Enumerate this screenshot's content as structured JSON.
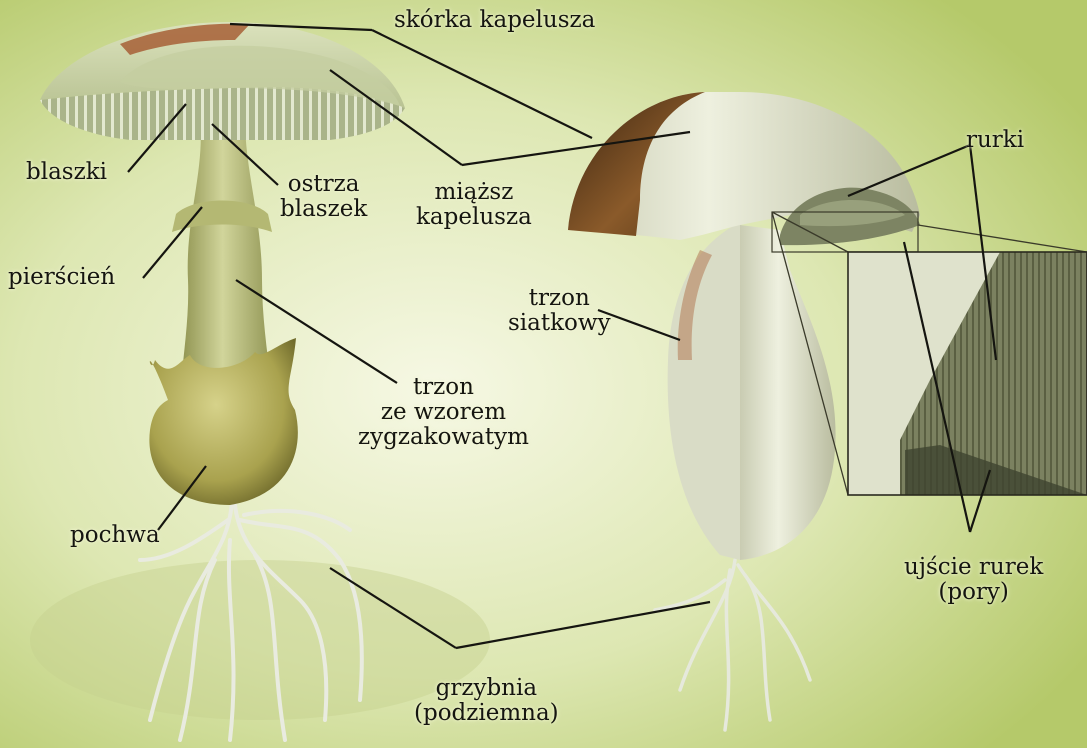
{
  "labels": {
    "skorka_kapelusza": "skórka kapelusza",
    "blaszki": "blaszki",
    "ostrza_blaszek": [
      "ostrza",
      "blaszek"
    ],
    "miazsz_kapelusza": [
      "miąższ",
      "kapelusza"
    ],
    "rurki": "rurki",
    "pierscien": "pierścień",
    "trzon_siatkowy": [
      "trzon",
      "siatkowy"
    ],
    "trzon_zygzak": [
      "trzon",
      "ze wzorem",
      "zygzakowatym"
    ],
    "pochwa": "pochwa",
    "ujscie_rurek": [
      "ujście rurek",
      "(pory)"
    ],
    "grzybnia": [
      "grzybnia",
      "(podziemna)"
    ]
  },
  "colors": {
    "background_light": "#f3f6dc",
    "background_dark": "#b9cc6f",
    "cap_surface": "#c9d3a7",
    "stem": "#c7cc8e",
    "volva": "#b9b25f",
    "bolete_flesh": "#e6e8d4",
    "bolete_skin": "#6b3f1c",
    "tubes": "#6f7556",
    "leader_line": "#151510"
  }
}
